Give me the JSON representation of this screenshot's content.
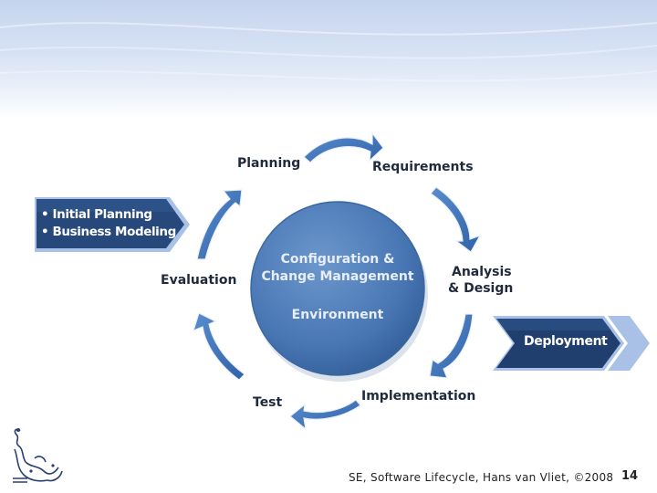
{
  "phases": {
    "planning": "Planning",
    "requirements": "Requirements",
    "analysis_line1": "Analysis",
    "analysis_line2": "& Design",
    "implementation": "Implementation",
    "test": "Test",
    "evaluation": "Evaluation"
  },
  "center": {
    "line1": "Configuration &",
    "line2": "Change Management",
    "line3": "Environment"
  },
  "left_callout": {
    "item1": "• Initial Planning",
    "item2": "• Business Modeling"
  },
  "right_callout": {
    "label": "Deployment"
  },
  "footer": {
    "text": "SE, Software Lifecycle, Hans van Vliet,  ©2008",
    "page_number": "14"
  },
  "colors": {
    "arrow_blue": "#3d73b8",
    "circle_blue": "#4a7ab6",
    "callout_dark": "#213f6e",
    "callout_light": "#a9c1e6",
    "band": "#c9d7ef"
  }
}
